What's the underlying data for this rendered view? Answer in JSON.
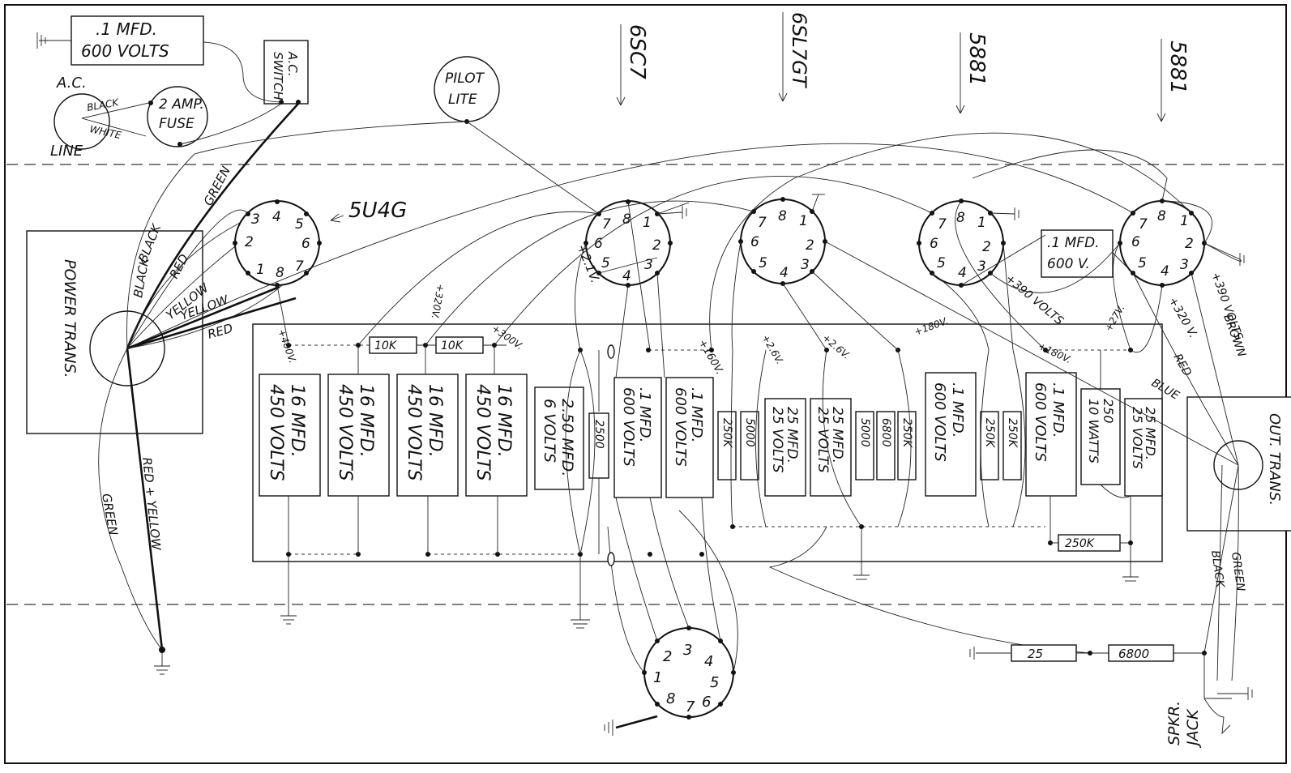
{
  "labels": {
    "cap_top_1": ".1 MFD.",
    "cap_top_2": "600 VOLTS",
    "ac": "A.C.",
    "line": "LINE",
    "black": "BLACK",
    "white": "WHITE",
    "fuse_1": "2 AMP.",
    "fuse_2": "FUSE",
    "switch_1": "A.C.",
    "switch_2": "SWITCH",
    "pilot_1": "PILOT",
    "pilot_2": "LITE",
    "power_trans": "POWER TRANS.",
    "out_trans": "OUT. TRANS.",
    "spkr_1": "SPKR.",
    "spkr_2": "JACK"
  },
  "tubes": [
    {
      "name": "5U4G"
    },
    {
      "name": "6SC7"
    },
    {
      "name": "6SL7GT"
    },
    {
      "name": "5881"
    },
    {
      "name": "5881"
    }
  ],
  "wire_labels": {
    "green": "GREEN",
    "black": "BLACK",
    "red": "RED",
    "yellow": "YELLOW",
    "red_yellow": "RED + YELLOW",
    "blue": "BLUE",
    "brown": "BROWN",
    "black_out": "BLACK",
    "green_out": "GREEN",
    "green_left": "GREEN",
    "red_right": "RED",
    "v_plus_2_1": "+2.1V.",
    "v_plus_320": "+320V.",
    "v_plus_300": "+300V.",
    "v_plus_400": "+400V.",
    "v_plus_160": "+160V.",
    "v_plus_2_6a": "+2.6V.",
    "v_plus_2_6b": "+2.6V.",
    "v_plus_180a": "+180V.",
    "v_plus_180b": "+180V.",
    "v_plus_27": "+27V.",
    "v_plus_390a": "+390 VOLTS",
    "v_plus_320b": "+320 V.",
    "v_plus_390b": "+390 VOLTS",
    "mfd_600v_1": ".1 MFD.",
    "mfd_600v_2": "600 V."
  },
  "resistors": {
    "r_10k_1": "10K",
    "r_10k_2": "10K",
    "r_2500": "2500",
    "r_250k_a": "250K",
    "r_5000_a": "5000",
    "r_5000_b": "5000",
    "r_6800_a": "6800",
    "r_250k_b": "250K",
    "r_250k_c": "250K",
    "r_250k_d": "250K",
    "r_250k_e": "250K",
    "r_25": "25",
    "r_6800_b": "6800"
  },
  "capacitors": [
    {
      "line1": "16 MFD.",
      "line2": "450 VOLTS"
    },
    {
      "line1": "16 MFD.",
      "line2": "450 VOLTS"
    },
    {
      "line1": "16 MFD.",
      "line2": "450 VOLTS"
    },
    {
      "line1": "16 MFD.",
      "line2": "450 VOLTS"
    },
    {
      "line1": "2.50 MFD.",
      "line2": "6 VOLTS"
    },
    {
      "line1": ".1 MFD.",
      "line2": "600 VOLTS"
    },
    {
      "line1": ".1 MFD.",
      "line2": "600 VOLTS"
    },
    {
      "line1": "25 MFD.",
      "line2": "25 VOLTS"
    },
    {
      "line1": "25 MFD.",
      "line2": "25 VOLTS"
    },
    {
      "line1": ".1 MFD.",
      "line2": "600 VOLTS"
    },
    {
      "line1": ".1 MFD.",
      "line2": "600 VOLTS"
    },
    {
      "line1": "250",
      "line2": "10 WATTS"
    },
    {
      "line1": "25 MFD.",
      "line2": "25 VOLTS"
    }
  ],
  "pins": [
    "1",
    "2",
    "3",
    "4",
    "5",
    "6",
    "7",
    "8"
  ]
}
